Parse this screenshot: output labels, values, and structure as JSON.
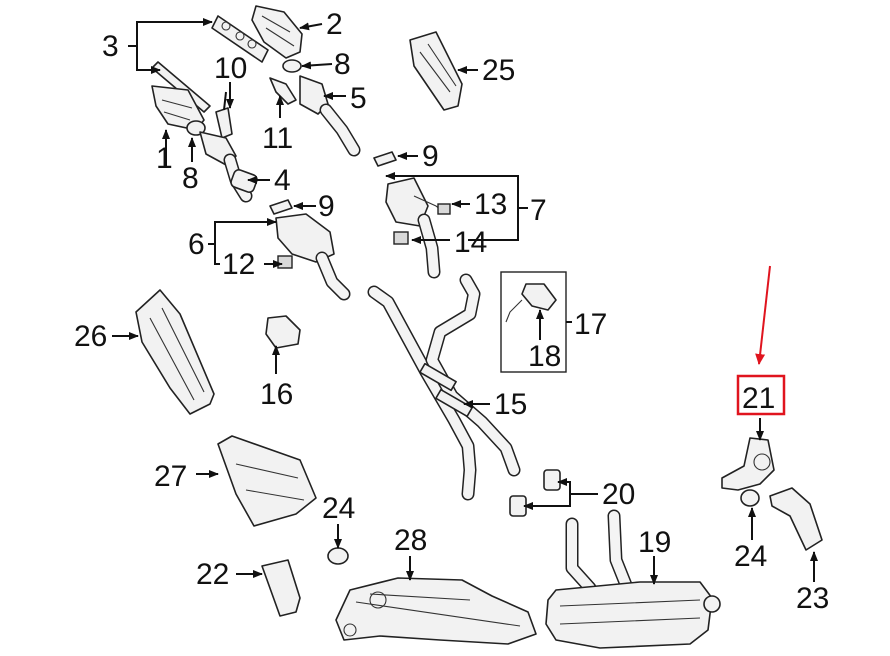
{
  "diagram": {
    "callouts": {
      "n1": "1",
      "n2": "2",
      "n3": "3",
      "n4": "4",
      "n5": "5",
      "n6": "6",
      "n7": "7",
      "n8a": "8",
      "n8b": "8",
      "n9a": "9",
      "n9b": "9",
      "n10": "10",
      "n11": "11",
      "n12": "12",
      "n13": "13",
      "n14": "14",
      "n15": "15",
      "n16": "16",
      "n17": "17",
      "n18": "18",
      "n19": "19",
      "n20": "20",
      "n21": "21",
      "n22": "22",
      "n23": "23",
      "n24a": "24",
      "n24b": "24",
      "n25": "25",
      "n26": "26",
      "n27": "27",
      "n28": "28"
    },
    "highlight": {
      "part": "21",
      "color": "#e0141e"
    }
  }
}
